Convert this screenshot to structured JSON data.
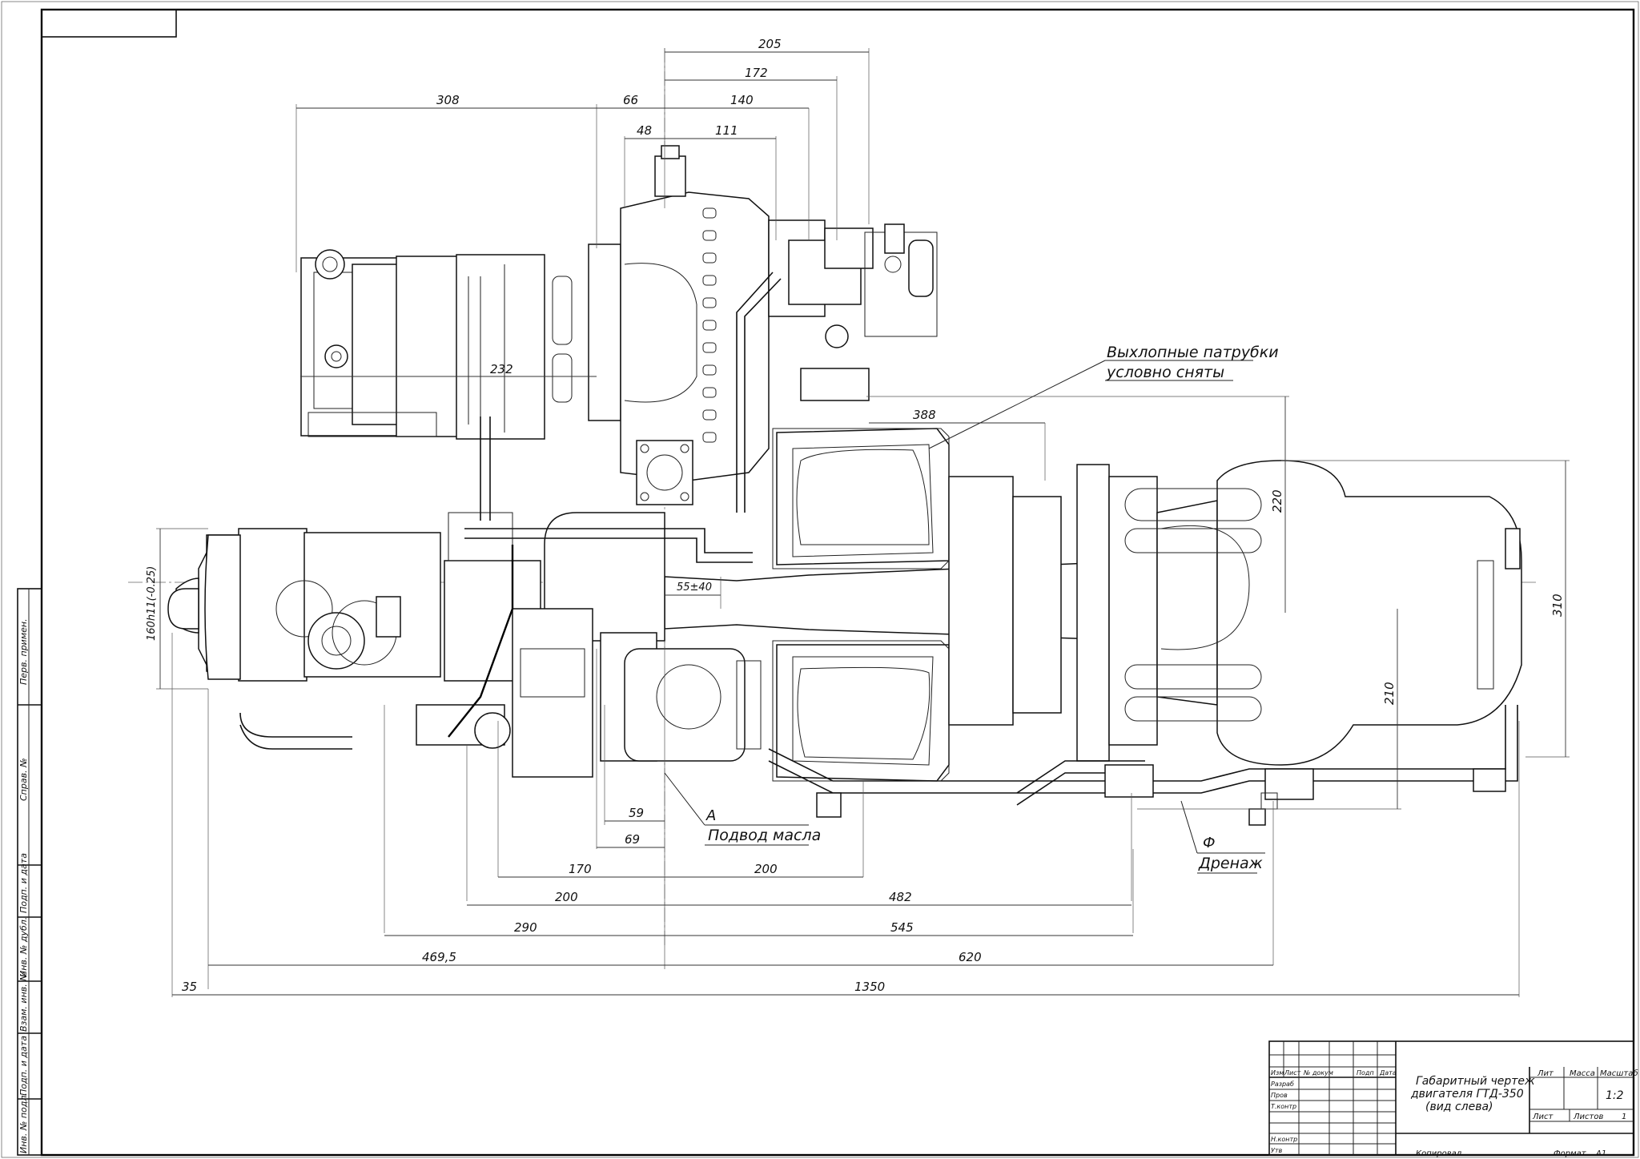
{
  "drawing": {
    "title_lines": [
      "Габаритный чертеж",
      "двигателя ГТД-350",
      "(вид слева)"
    ],
    "scale": "1:2",
    "sheet": "1",
    "format_label": "Формат",
    "format_value": "A1",
    "copied_label": "Копировал"
  },
  "title_block": {
    "header_cells": [
      "Изм",
      "Лист",
      "№ докум",
      "Подп",
      "Дата"
    ],
    "role_rows": [
      "Разраб",
      "Пров",
      "Т.контр",
      "",
      "Н.контр",
      "Утв"
    ],
    "right_headers": [
      "Лит",
      "Масса",
      "Масштаб"
    ],
    "sheet_label": "Лист",
    "sheets_label": "Листов"
  },
  "side_stamp": [
    "Перв. примен.",
    "Справ. №",
    "Подп. и дата",
    "Инв. № дубл.",
    "Взам. инв. №",
    "Подп. и дата",
    "Инв. № подл."
  ],
  "annotations": {
    "exhaust_line1": "Выхлопные патрубки",
    "exhaust_line2": "условно сняты",
    "oil_letter": "А",
    "oil_text": "Подвод масла",
    "drain_letter": "Ф",
    "drain_text": "Дренаж"
  },
  "dimensions": {
    "top": [
      "205",
      "172",
      "308",
      "66",
      "140",
      "48",
      "111"
    ],
    "inner": [
      "232",
      "388",
      "220",
      "310",
      "210",
      "55±40",
      "160h11(-0.25)"
    ],
    "bottom_right": [
      "59",
      "69",
      "200",
      "482",
      "545",
      "620",
      "1350"
    ],
    "bottom_left": [
      "170",
      "200",
      "290",
      "469,5",
      "35"
    ]
  }
}
